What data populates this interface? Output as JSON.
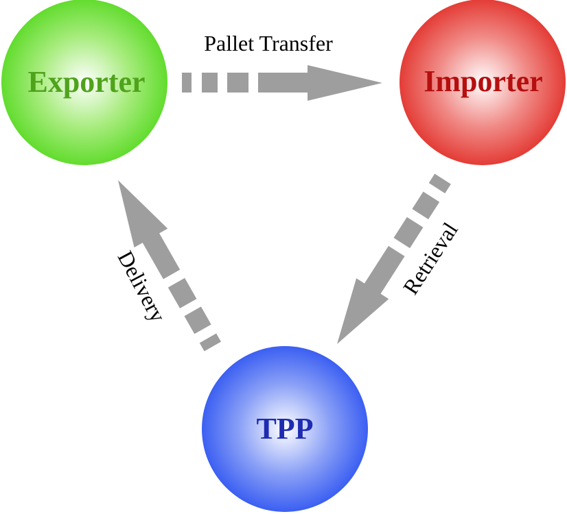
{
  "nodes": {
    "exporter": {
      "label": "Exporter",
      "color": "#5fdc2a",
      "text_color": "#4fa31c"
    },
    "importer": {
      "label": "Importer",
      "color": "#e8403a",
      "text_color": "#b50f0f"
    },
    "tpp": {
      "label": "TPP",
      "color": "#3d63f2",
      "text_color": "#1f2bb0"
    }
  },
  "edges": {
    "pallet_transfer": {
      "label": "Pallet Transfer",
      "from": "Exporter",
      "to": "Importer"
    },
    "retrieval": {
      "label": "Retrieval",
      "from": "Importer",
      "to": "TPP"
    },
    "delivery": {
      "label": "Delivery",
      "from": "TPP",
      "to": "Exporter"
    }
  },
  "arrow_color": "#9e9e9e"
}
